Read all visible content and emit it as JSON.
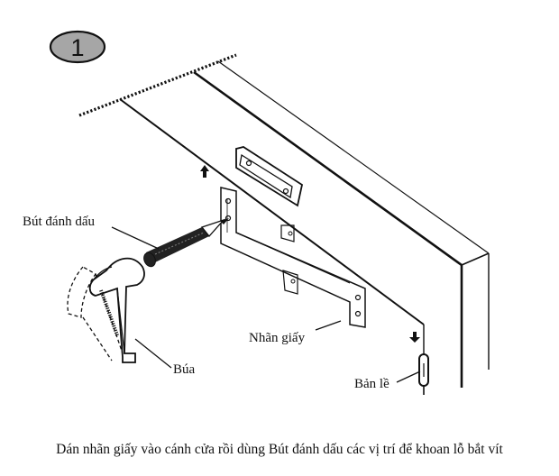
{
  "step": {
    "number": "1"
  },
  "labels": {
    "marker_pen": "Bút đánh dấu",
    "paper_label": "Nhãn giấy",
    "hammer": "Búa",
    "hinge": "Bản lề"
  },
  "caption": "Dán nhãn giấy vào cánh cửa rồi dùng Bút đánh dấu các vị trí để khoan lỗ bắt vít",
  "icons": [
    "up-arrow-icon",
    "down-arrow-icon"
  ]
}
